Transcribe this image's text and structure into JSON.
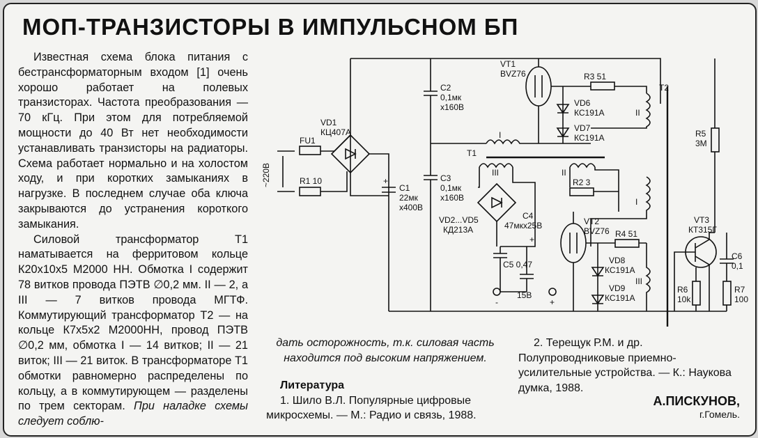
{
  "title": "МОП-ТРАНЗИСТОРЫ В ИМПУЛЬСНОМ БП",
  "left_text": {
    "p1": "Известная схема блока питания с бестрансформаторным входом [1] очень хорошо работает на полевых транзисторах. Частота преобразования — 70 кГц. При этом для потребляемой мощности до 40 Вт нет необходимости устанавливать транзисторы на радиаторы. Схема работает нормально и на холостом ходу, и при коротких замыканиях в нагрузке. В последнем случае оба ключа закрываются до устранения короткого замыкания.",
    "p2": "Силовой трансформатор Т1 наматывается на ферритовом кольце К20х10х5 М2000 НН. Обмотка I содержит 78 витков провода ПЭТВ ∅0,2 мм. II — 2, а III — 7 витков провода МГТФ. Коммутирующий трансформатор Т2 — на кольце К7х5х2 М2000НН, провод ПЭТВ ∅0,2 мм, обмотка I — 14 витков; II — 21 виток; III — 21 виток. В трансформаторе Т1 обмотки равномерно распределены по кольцу, а в коммутирующем — разделены по трем секторам.",
    "p2_italic": "При наладке схемы следует соблю-"
  },
  "mid_text": {
    "continuation": "дать осторожность, т.к. силовая часть находится под высоким напряжением.",
    "literature_heading": "Литература",
    "ref1": "1. Шило В.Л. Популярные цифровые микросхемы. — М.: Радио и связь, 1988."
  },
  "right_text": {
    "ref2": "2. Терещук Р.М. и др. Полупроводниковые приемно-усилительные устройства. — К.: Наукова думка, 1988."
  },
  "author": {
    "name": "А.ПИСКУНОВ,",
    "city": "г.Гомель."
  },
  "schematic": {
    "input": "~220В",
    "fu1": "FU1",
    "r1": "R1 10",
    "vd1_name": "VD1",
    "vd1_type": "КЦ407А",
    "c1_name": "C1",
    "c1_val1": "22мк",
    "c1_val2": "х400В",
    "plus": "+",
    "c2_name": "C2",
    "c2_val1": "0,1мк",
    "c2_val2": "х160В",
    "c3_name": "C3",
    "c3_val1": "0,1мк",
    "c3_val2": "х160В",
    "vt1_name": "VT1",
    "vt1_type": "BVZ76",
    "r3": "R3 51",
    "vd6_name": "VD6",
    "vd6_type": "КС191А",
    "vd7_name": "VD7",
    "vd7_type": "КС191А",
    "t2": "T2",
    "t1": "T1",
    "w1": "I",
    "w2": "II",
    "w3": "III",
    "r2": "R2 3",
    "r5_name": "R5",
    "r5_val": "3М",
    "vd2vd5_name": "VD2...VD5",
    "vd2vd5_type": "КД213А",
    "c4_name": "C4",
    "c4_val": "47мкх25В",
    "c5": "C5 0,47",
    "out_v": "15В",
    "minus": "-",
    "vt2_name": "VT2",
    "vt2_type": "BVZ76",
    "r4": "R4 51",
    "vd8_name": "VD8",
    "vd8_type": "КС191А",
    "vd9_name": "VD9",
    "vd9_type": "КС191А",
    "vt3_name": "VT3",
    "vt3_type": "КТ315Г",
    "c6_name": "C6",
    "c6_val": "0,1",
    "r6_name": "R6",
    "r6_val": "10k",
    "r7_name": "R7",
    "r7_val": "100"
  }
}
